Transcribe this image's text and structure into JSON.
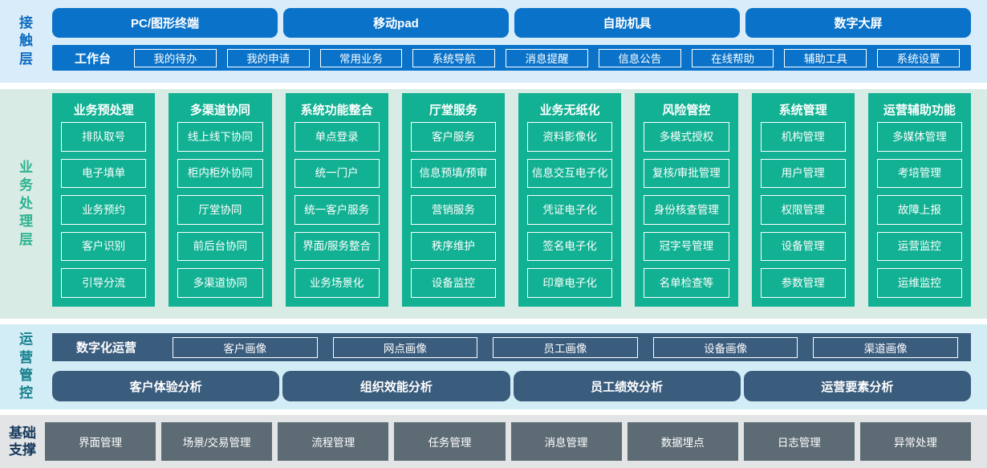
{
  "colors": {
    "blue": "#0a73c9",
    "teal": "#12b193",
    "slate": "#3a5c7d",
    "gray": "#5d6b74",
    "band_touch": "#d9ecf9",
    "band_business": "#d8ebe4",
    "band_ops": "#d3edf7",
    "band_base": "#e2e4e5",
    "label_touch": "#0f6cc0",
    "label_business": "#2db391",
    "label_ops": "#15808c",
    "label_base": "#17395c"
  },
  "touch_layer": {
    "label": "接触层",
    "channels": [
      "PC/图形终端",
      "移动pad",
      "自助机具",
      "数字大屏"
    ],
    "workbench": {
      "label": "工作台",
      "items": [
        "我的待办",
        "我的申请",
        "常用业务",
        "系统导航",
        "消息提醒",
        "信息公告",
        "在线帮助",
        "辅助工具",
        "系统设置"
      ]
    }
  },
  "business_layer": {
    "label": "业务处理层",
    "columns": [
      {
        "title": "业务预处理",
        "items": [
          "排队取号",
          "电子填单",
          "业务预约",
          "客户识别",
          "引导分流"
        ]
      },
      {
        "title": "多渠道协同",
        "items": [
          "线上线下协同",
          "柜内柜外协同",
          "厅堂协同",
          "前后台协同",
          "多渠道协同"
        ]
      },
      {
        "title": "系统功能整合",
        "items": [
          "单点登录",
          "统一门户",
          "统一客户服务",
          "界面/服务整合",
          "业务场景化"
        ]
      },
      {
        "title": "厅堂服务",
        "items": [
          "客户服务",
          "信息预填/预审",
          "营销服务",
          "秩序维护",
          "设备监控"
        ]
      },
      {
        "title": "业务无纸化",
        "items": [
          "资料影像化",
          "信息交互电子化",
          "凭证电子化",
          "签名电子化",
          "印章电子化"
        ]
      },
      {
        "title": "风险管控",
        "items": [
          "多模式授权",
          "复核/审批管理",
          "身份核查管理",
          "冠字号管理",
          "名单检查等"
        ]
      },
      {
        "title": "系统管理",
        "items": [
          "机构管理",
          "用户管理",
          "权限管理",
          "设备管理",
          "参数管理"
        ]
      },
      {
        "title": "运营辅助功能",
        "items": [
          "多媒体管理",
          "考培管理",
          "故障上报",
          "运营监控",
          "运维监控"
        ]
      }
    ]
  },
  "ops_layer": {
    "label": "运营管控",
    "digital_ops": {
      "label": "数字化运营",
      "items": [
        "客户画像",
        "网点画像",
        "员工画像",
        "设备画像",
        "渠道画像"
      ]
    },
    "analysis": [
      "客户体验分析",
      "组织效能分析",
      "员工绩效分析",
      "运营要素分析"
    ]
  },
  "base_layer": {
    "label": "基础支撑",
    "items": [
      "界面管理",
      "场景/交易管理",
      "流程管理",
      "任务管理",
      "消息管理",
      "数据埋点",
      "日志管理",
      "异常处理"
    ]
  }
}
